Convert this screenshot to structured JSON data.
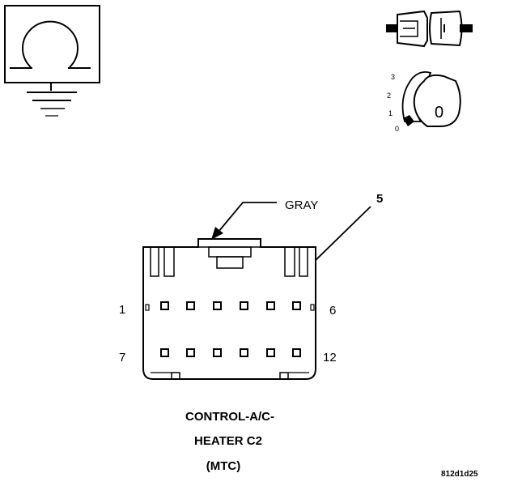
{
  "wire_color_label": "GRAY",
  "callout_number": "5",
  "pin_labels": {
    "top_left": "1",
    "top_right": "6",
    "bottom_left": "7",
    "bottom_right": "12"
  },
  "key_positions": [
    "3",
    "2",
    "1",
    "0"
  ],
  "key_letter": "0",
  "connector_title": [
    "CONTROL-A/C-",
    "HEATER C2",
    "(MTC)"
  ],
  "figure_code": "812d1d25",
  "icons": {
    "top_left": "ground-symbol-icon",
    "top_right_upper": "connector-halves-icon",
    "top_right_lower": "ignition-key-icon"
  },
  "colors": {
    "ink": "#000000",
    "background": "#ffffff"
  }
}
